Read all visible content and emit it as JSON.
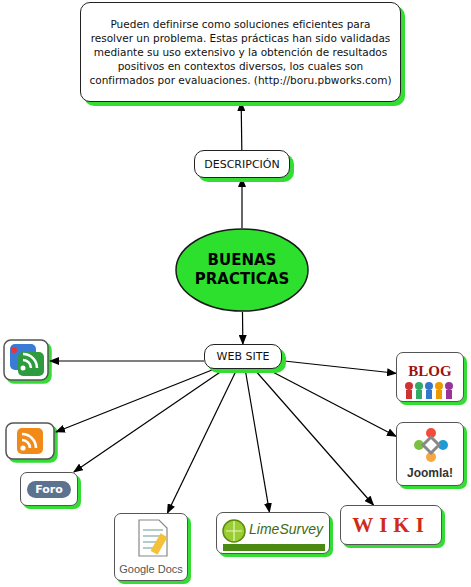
{
  "diagram": {
    "nodes": [
      {
        "text": [
          "Pueden definirse como soluciones eficientes para resolver un problema. Estas prácticas han sido validadas mediante su uso extensivo y la obtención de resultados positivos en contextos diversos, los cuales son confirmados por evaluaciones. (http://boru.pbworks.com)"
        ]
      },
      {
        "text": [
          "DESCRIPCIÓN"
        ]
      },
      {
        "text": [
          "BUENAS PRACTICAS"
        ]
      },
      {
        "text": [
          "WEB SITE"
        ]
      },
      {
        "text": [
          "BLOG"
        ]
      },
      {
        "text": [
          "Joomla!"
        ]
      },
      {
        "text": [
          "Foro"
        ]
      },
      {
        "text": [
          "WIKI"
        ]
      },
      {
        "text": [
          "LimeSurvey"
        ]
      },
      {
        "text": [
          "Google Docs"
        ]
      }
    ],
    "edges": [
      {
        "from": 1,
        "to": 0,
        "arrow": "to"
      },
      {
        "from": 2,
        "to": 1,
        "arrow": "to"
      },
      {
        "from": 2,
        "to": 3,
        "arrow": "to"
      },
      {
        "from": 3,
        "to": 4,
        "arrow": "to"
      },
      {
        "from": 3,
        "to": 5,
        "arrow": "to"
      },
      {
        "from": 3,
        "to": 6,
        "arrow": "to"
      },
      {
        "from": 3,
        "to": 7,
        "arrow": "to"
      },
      {
        "from": 3,
        "to": 8,
        "arrow": "to"
      },
      {
        "from": 3,
        "to": 9,
        "arrow": "to"
      }
    ]
  }
}
